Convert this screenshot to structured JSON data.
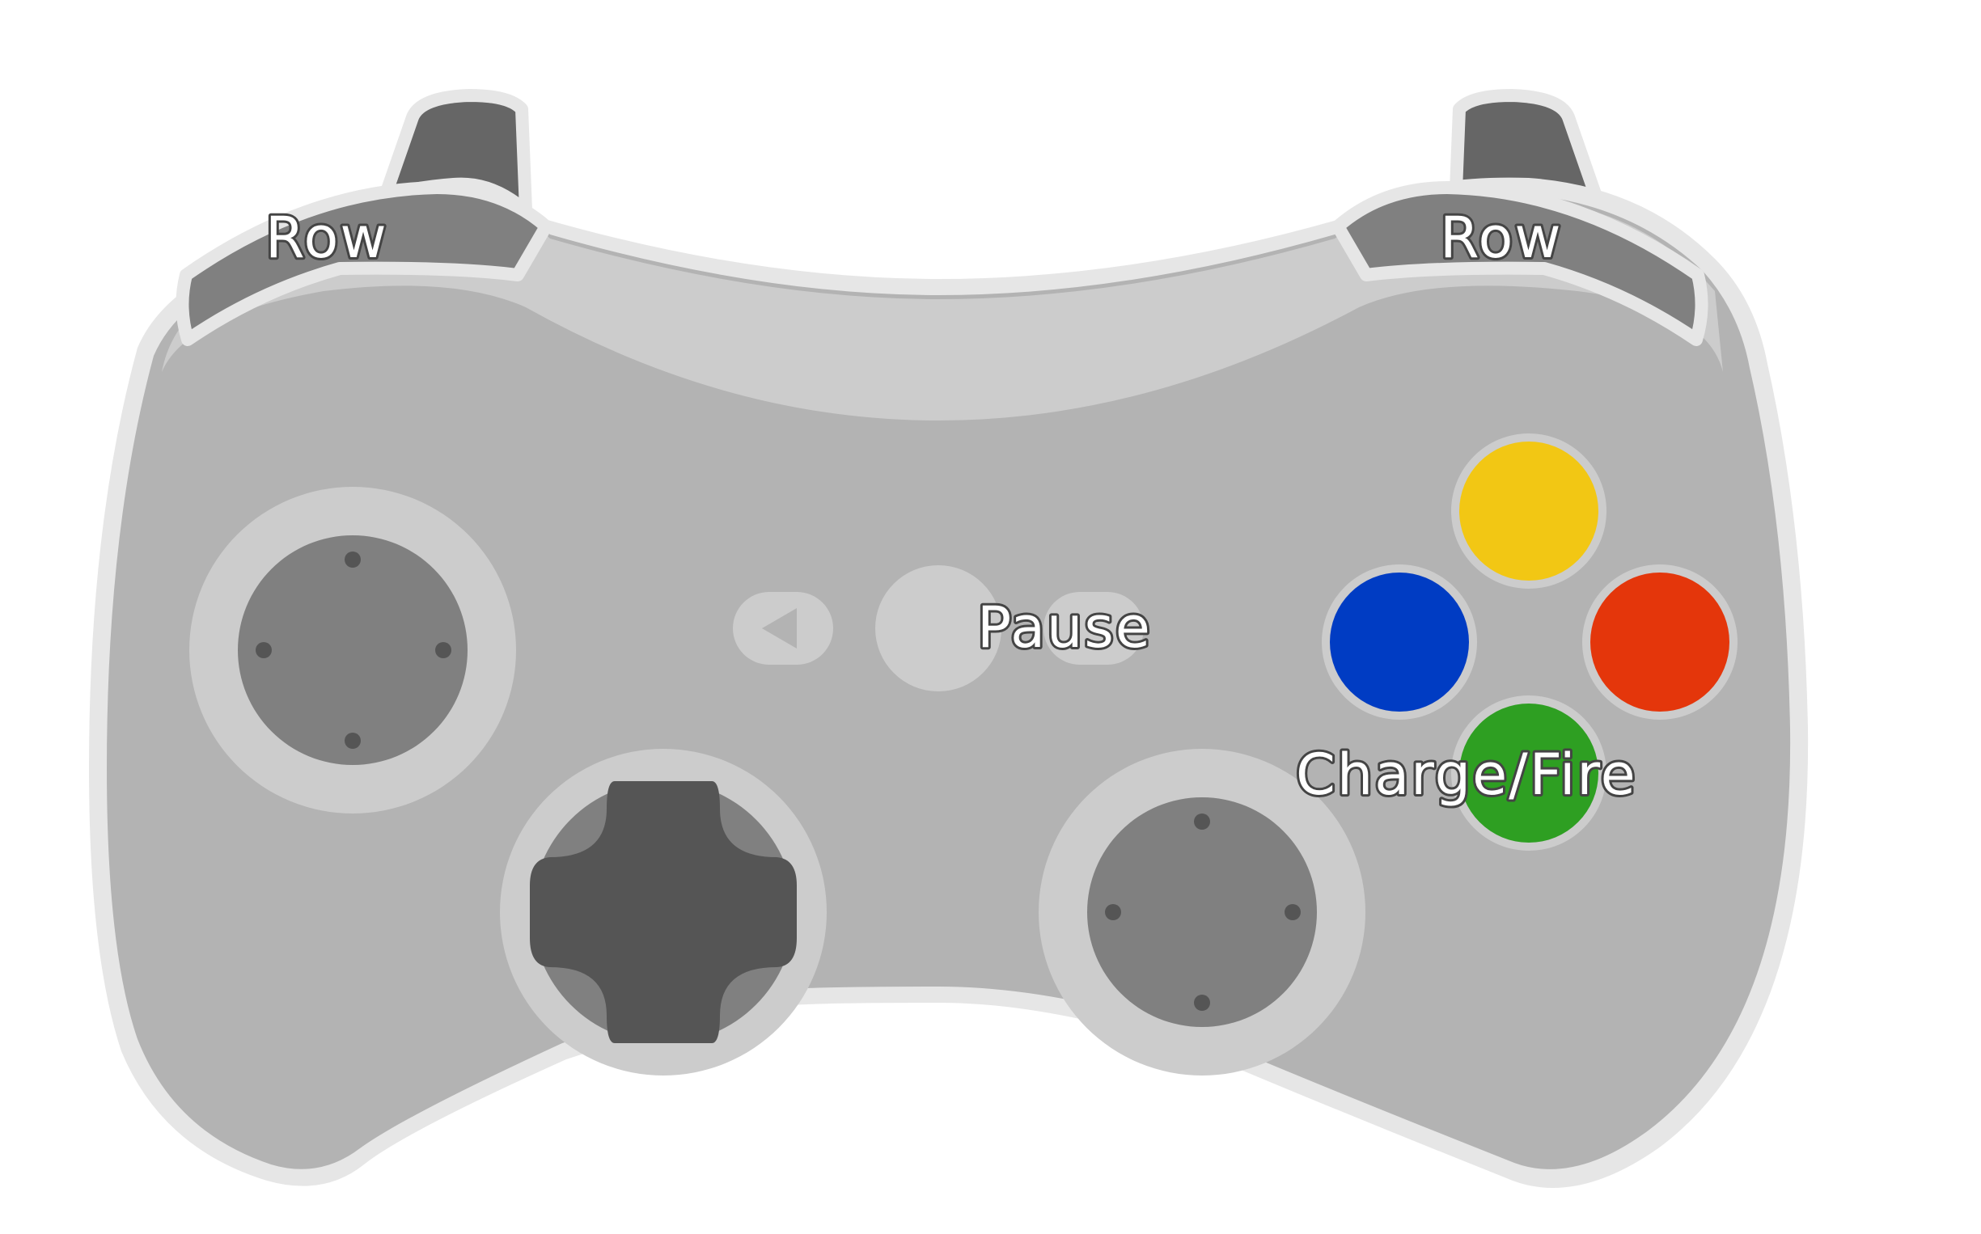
{
  "labels": {
    "left_bumper": "Row",
    "right_bumper": "Row",
    "start": "Pause",
    "a_button": "Charge/Fire"
  },
  "colors": {
    "body": "#b3b3b3",
    "outline": "#e6e6e6",
    "top_plate": "#cccccc",
    "bumper": "#808080",
    "trigger": "#666666",
    "stick_ring": "#cccccc",
    "stick": "#808080",
    "dpad": "#555555",
    "button_y": "#f2c714",
    "button_x": "#003cc3",
    "button_b": "#e4360b",
    "button_a": "#2e9f22"
  }
}
